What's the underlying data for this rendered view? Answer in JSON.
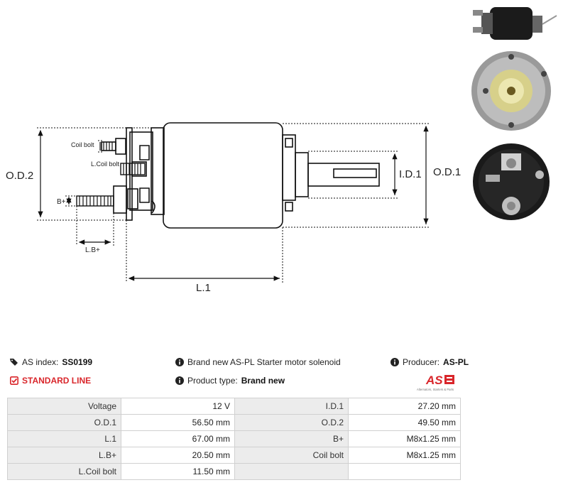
{
  "drawing": {
    "labels": {
      "od2": "O.D.2",
      "od1": "O.D.1",
      "id1": "I.D.1",
      "l1": "L.1",
      "lbplus": "L.B+",
      "bplus": "B+",
      "coil_bolt": "Coil bolt",
      "l_coil_bolt": "L.Coil bolt"
    }
  },
  "info": {
    "as_index_label": "AS index:",
    "as_index_value": "SS0199",
    "standard_line": "STANDARD LINE",
    "description": "Brand new AS-PL Starter motor solenoid",
    "product_type_label": "Product type:",
    "product_type_value": "Brand new",
    "producer_label": "Producer:",
    "producer_value": "AS-PL",
    "logo_text": "AS",
    "logo_tagline": "Alternators, Starters & Parts",
    "accent_color": "#d9262b"
  },
  "specs": [
    {
      "l1": "Voltage",
      "v1": "12 V",
      "l2": "I.D.1",
      "v2": "27.20 mm"
    },
    {
      "l1": "O.D.1",
      "v1": "56.50 mm",
      "l2": "O.D.2",
      "v2": "49.50 mm"
    },
    {
      "l1": "L.1",
      "v1": "67.00 mm",
      "l2": "B+",
      "v2": "M8x1.25 mm"
    },
    {
      "l1": "L.B+",
      "v1": "20.50 mm",
      "l2": "Coil bolt",
      "v2": "M8x1.25 mm"
    },
    {
      "l1": "L.Coil bolt",
      "v1": "11.50 mm",
      "l2": "",
      "v2": ""
    }
  ]
}
